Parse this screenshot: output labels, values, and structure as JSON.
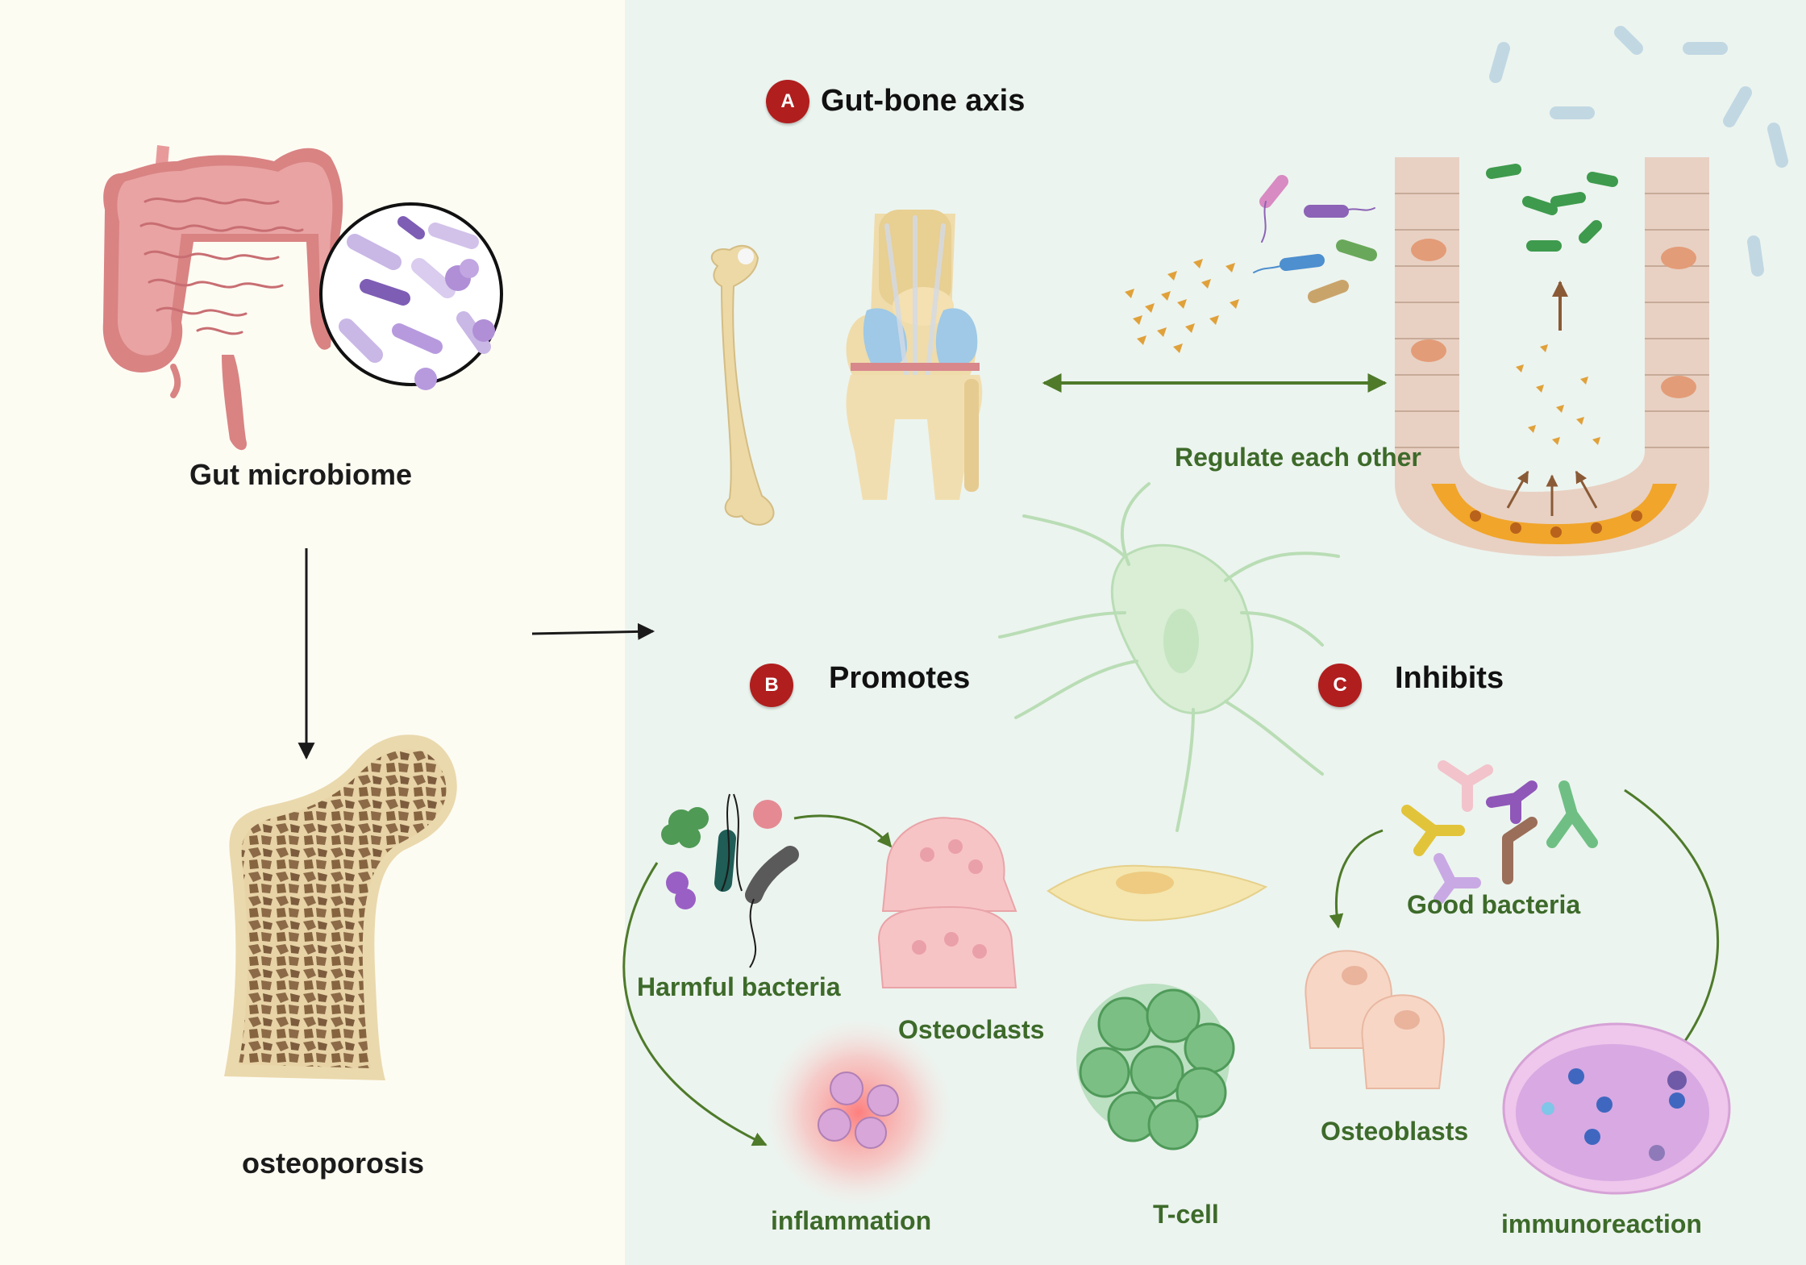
{
  "left": {
    "microbiome_label": "Gut microbiome",
    "osteoporosis_label": "osteoporosis"
  },
  "sections": {
    "a": {
      "badge": "A",
      "title": "Gut-bone axis",
      "regulate_label": "Regulate each other"
    },
    "b": {
      "badge": "B",
      "title": "Promotes",
      "harmful_label": "Harmful bacteria",
      "osteoclasts_label": "Osteoclasts",
      "inflammation_label": "inflammation"
    },
    "c": {
      "badge": "C",
      "title": "Inhibits",
      "good_label": "Good bacteria",
      "osteoblasts_label": "Osteoblasts",
      "immunoreaction_label": "immunoreaction"
    },
    "center": {
      "tcell_label": "T-cell"
    }
  },
  "colors": {
    "badge": "#b01e1e",
    "label_green": "#3d6a2a",
    "arrow_green": "#4e7a2a",
    "left_bg": "#fdfcf3",
    "right_bg": "#ecf4ef"
  }
}
